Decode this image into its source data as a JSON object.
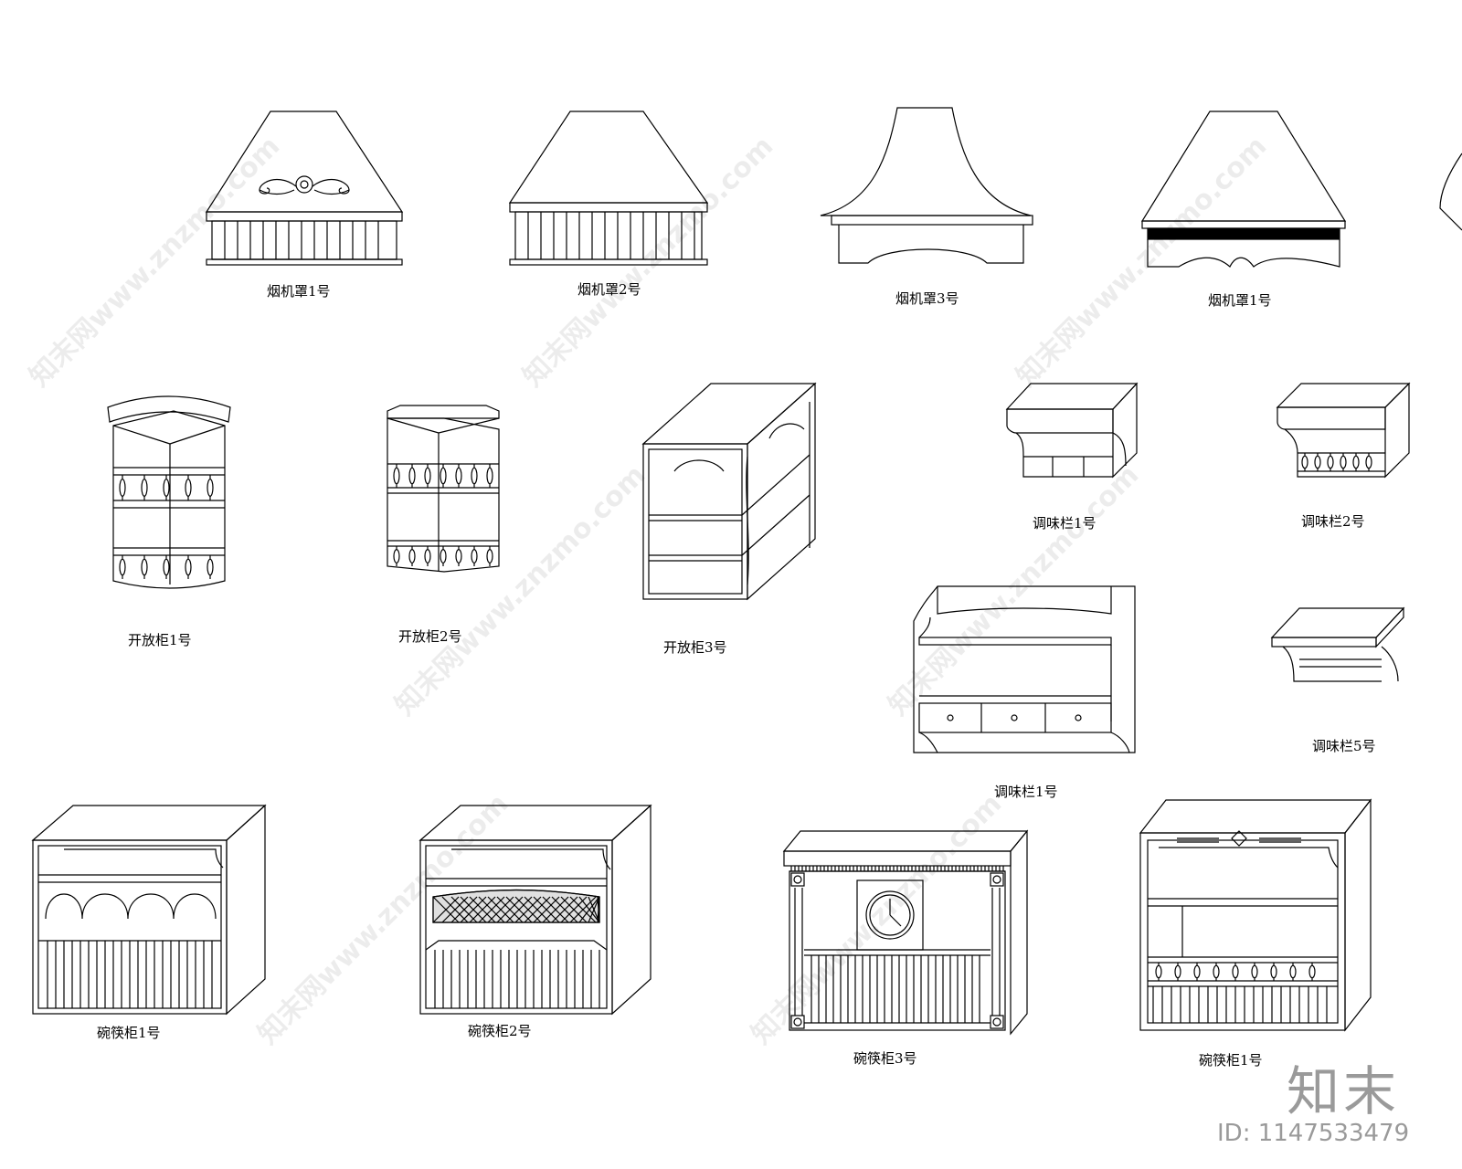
{
  "labels": {
    "hood1": "烟机罩1号",
    "hood2": "烟机罩2号",
    "hood3": "烟机罩3号",
    "hood4": "烟机罩1号",
    "open1": "开放柜1号",
    "open2": "开放柜2号",
    "open3": "开放柜3号",
    "spice1": "调味栏1号",
    "spice2": "调味栏2号",
    "spice3": "调味栏1号",
    "spice5": "调味栏5号",
    "bowl1": "碗筷柜1号",
    "bowl2": "碗筷柜2号",
    "bowl3": "碗筷柜3号",
    "bowl4": "碗筷柜1号"
  },
  "branding": {
    "logo": "知末",
    "id": "ID: 1147533479",
    "watermark": "知末网www.znzmo.com"
  },
  "colors": {
    "line": "#000000",
    "watermark": "#000000",
    "logo": "#9a9a9a"
  }
}
